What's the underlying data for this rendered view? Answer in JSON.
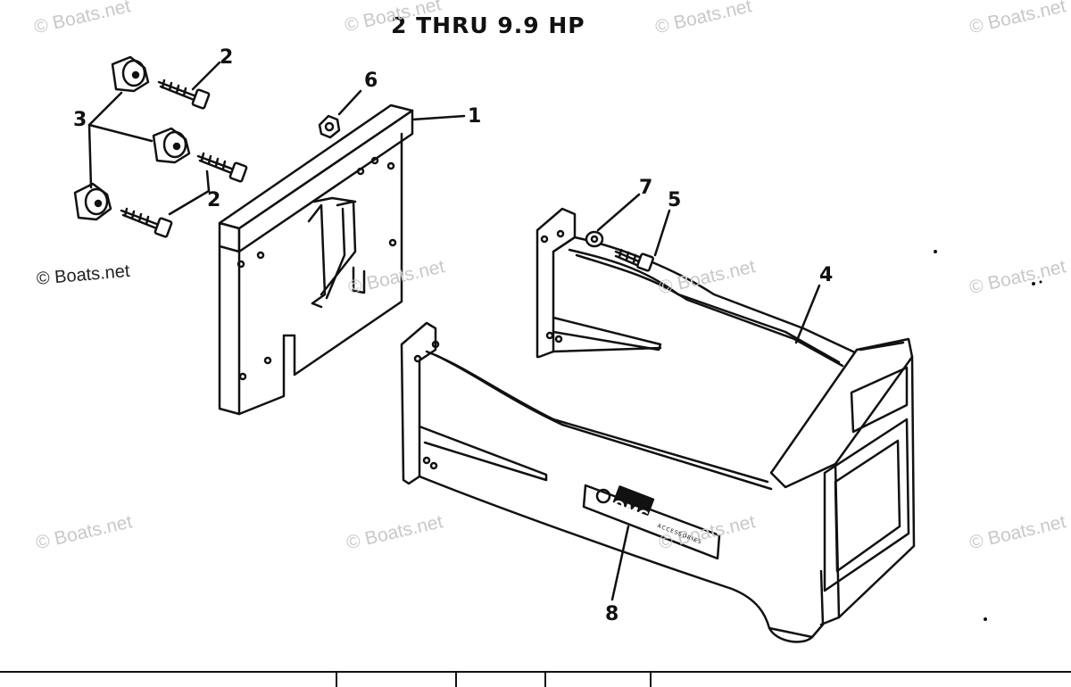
{
  "title": "2 THRU 9.9 HP",
  "watermark": "© Boats.net",
  "callouts": {
    "c1": "1",
    "c2a": "2",
    "c2b": "2",
    "c3": "3",
    "c4": "4",
    "c5": "5",
    "c6": "6",
    "c7": "7",
    "c8": "8"
  },
  "brand": {
    "logo": "OMC",
    "tag": "ACCESSORIES"
  },
  "colors": {
    "ink": "#111111",
    "watermark": "#c8c8c8",
    "paper": "#ffffff"
  }
}
